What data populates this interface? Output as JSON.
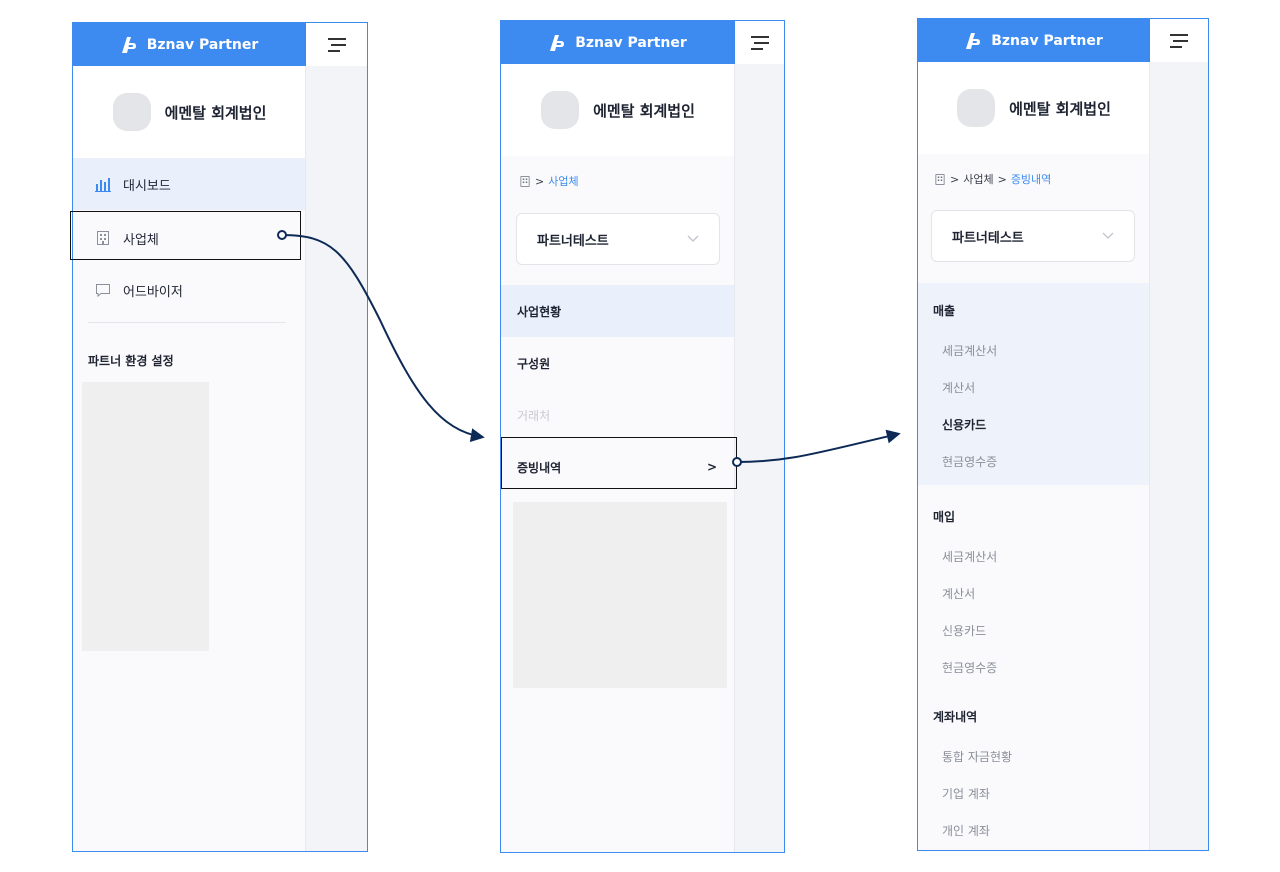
{
  "brand": {
    "name": "Bznav Partner"
  },
  "firm_name": "에멘탈 회계법인",
  "panel1": {
    "menu": [
      {
        "label": "대시보드",
        "icon": "bar-chart-icon",
        "selected": true
      },
      {
        "label": "사업체",
        "icon": "building-icon",
        "selected": false
      },
      {
        "label": "어드바이저",
        "icon": "chat-bubble-icon",
        "selected": false
      }
    ],
    "settings_title": "파트너 환경 설정"
  },
  "panel2": {
    "breadcrumb": {
      "sep": ">",
      "current": "사업체"
    },
    "company": "파트너테스트",
    "items": [
      {
        "label": "사업현황",
        "state": "selected"
      },
      {
        "label": "구성원",
        "state": "normal"
      },
      {
        "label": "거래처",
        "state": "disabled"
      },
      {
        "label": "증빙내역",
        "state": "normal",
        "chevron": ">"
      }
    ]
  },
  "panel3": {
    "breadcrumb": {
      "sep": ">",
      "parent": "사업체",
      "current": "증빙내역"
    },
    "company": "파트너테스트",
    "groups": [
      {
        "title": "매출",
        "items": [
          "세금계산서",
          "계산서",
          "신용카드",
          "현금영수증"
        ],
        "active": "신용카드"
      },
      {
        "title": "매입",
        "items": [
          "세금계산서",
          "계산서",
          "신용카드",
          "현금영수증"
        ]
      },
      {
        "title": "계좌내역",
        "items": [
          "통합 자금현황",
          "기업 계좌",
          "개인 계좌"
        ]
      }
    ]
  },
  "colors": {
    "brand": "#3d8bf0",
    "arrow": "#0d2a57"
  }
}
